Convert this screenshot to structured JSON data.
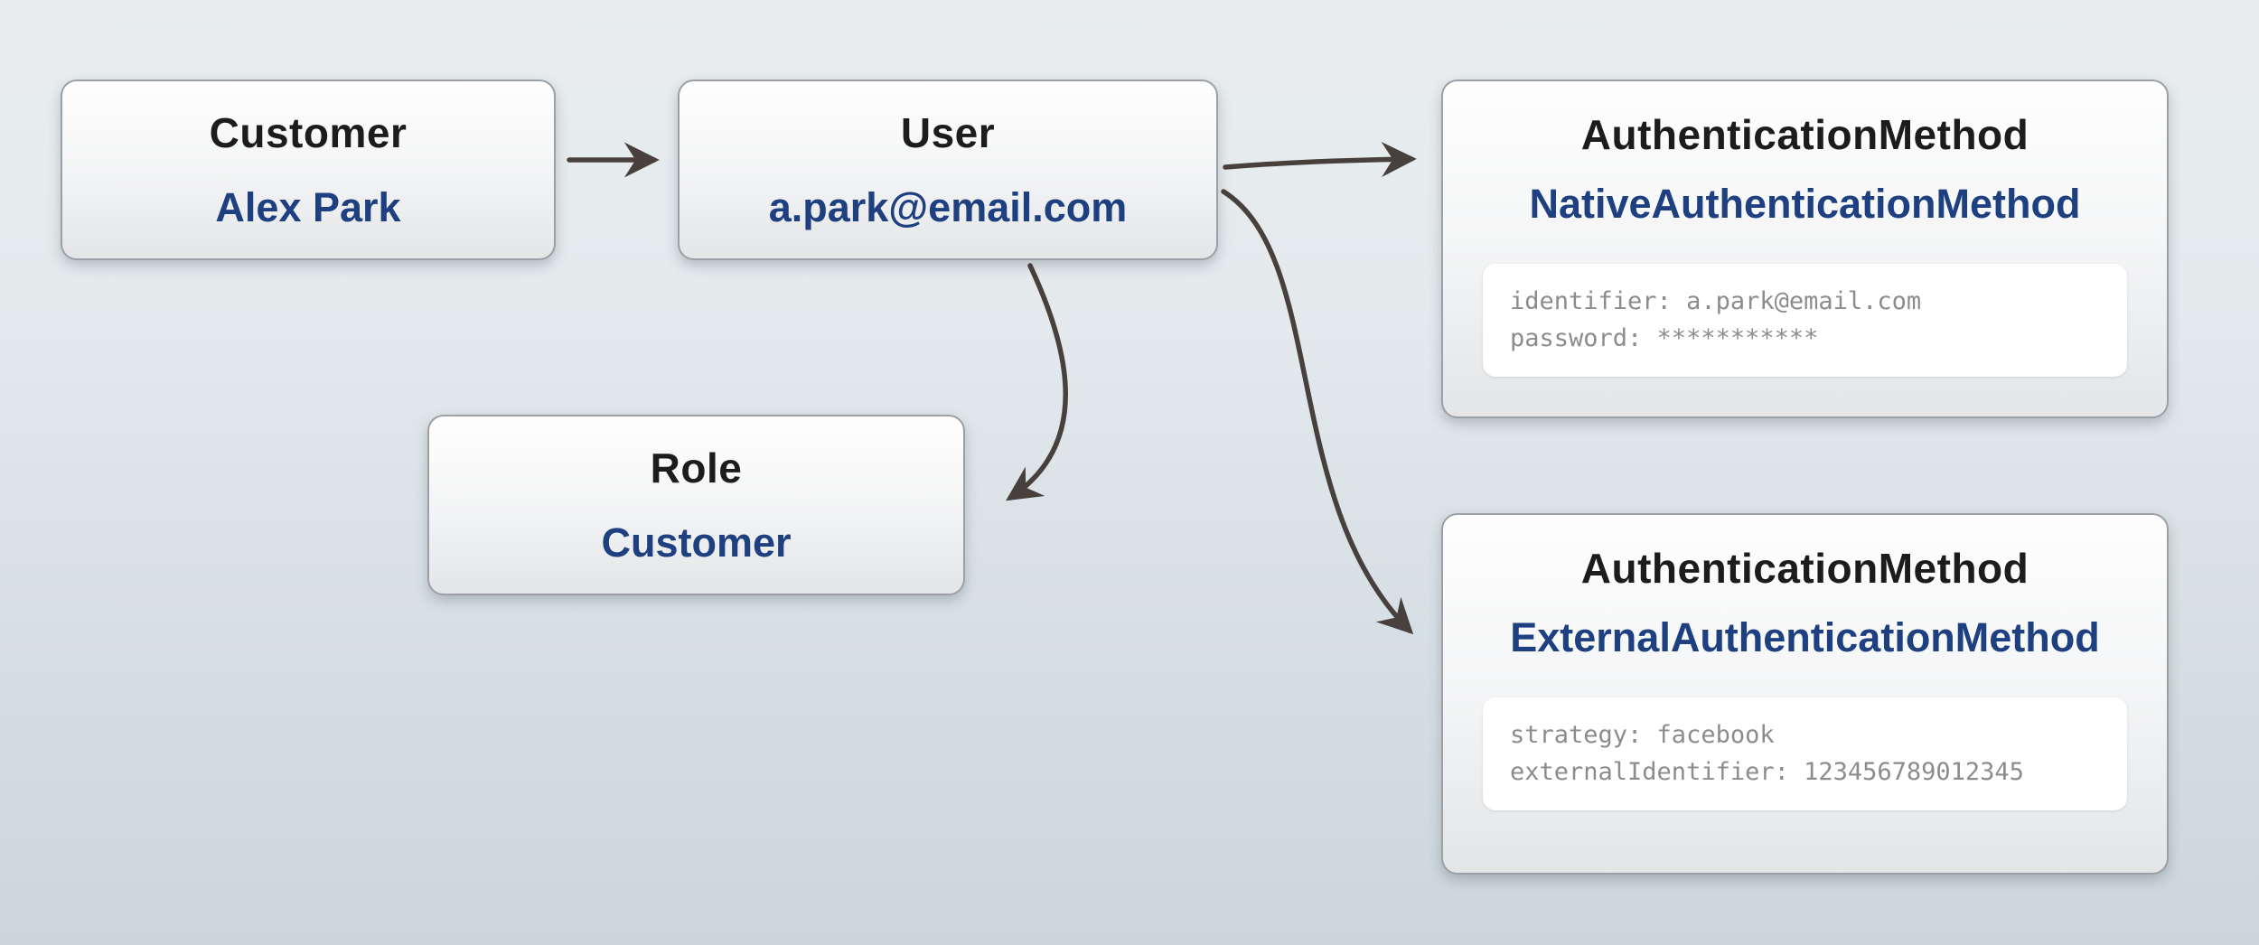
{
  "colors": {
    "title_text": "#1c1c1c",
    "value_text": "#1e3f80",
    "arrow": "#48403d",
    "prop_text": "#8c8c8c",
    "node_border": "#9aa0a5"
  },
  "nodes": {
    "customer": {
      "title": "Customer",
      "value": "Alex Park"
    },
    "user": {
      "title": "User",
      "value": "a.park@email.com"
    },
    "role": {
      "title": "Role",
      "value": "Customer"
    },
    "native_auth": {
      "title": "AuthenticationMethod",
      "value": "NativeAuthenticationMethod",
      "props": [
        "identifier: a.park@email.com",
        "password: ***********"
      ]
    },
    "external_auth": {
      "title": "AuthenticationMethod",
      "value": "ExternalAuthenticationMethod",
      "props": [
        "strategy: facebook",
        "externalIdentifier: 123456789012345"
      ]
    }
  },
  "edges": [
    {
      "from": "customer",
      "to": "user"
    },
    {
      "from": "user",
      "to": "native_auth"
    },
    {
      "from": "user",
      "to": "role"
    },
    {
      "from": "user",
      "to": "external_auth"
    }
  ]
}
